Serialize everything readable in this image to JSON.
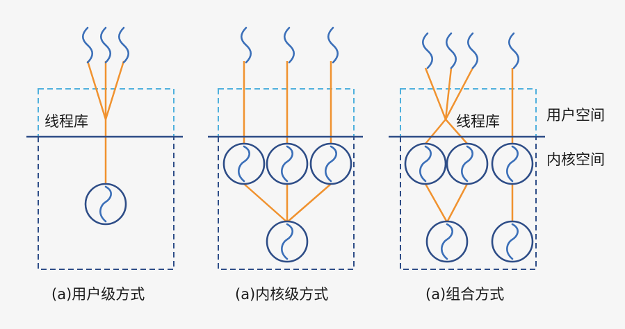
{
  "labels": {
    "thread_library": "线程库",
    "user_space": "用户空间",
    "kernel_space": "内核空间"
  },
  "captions": {
    "user_level": "(a)用户级方式",
    "kernel_level": "(a)内核级方式",
    "combined": "(a)组合方式"
  },
  "colors": {
    "background": "#f6f6f6",
    "user_space_box": "#4fb0dd",
    "kernel_space_box": "#2e4d87",
    "boundary_line": "#2e4d87",
    "thread_link": "#f0922f",
    "thread_squiggle": "#3b6fb8",
    "kernel_thread_circle": "#2e4d87"
  }
}
